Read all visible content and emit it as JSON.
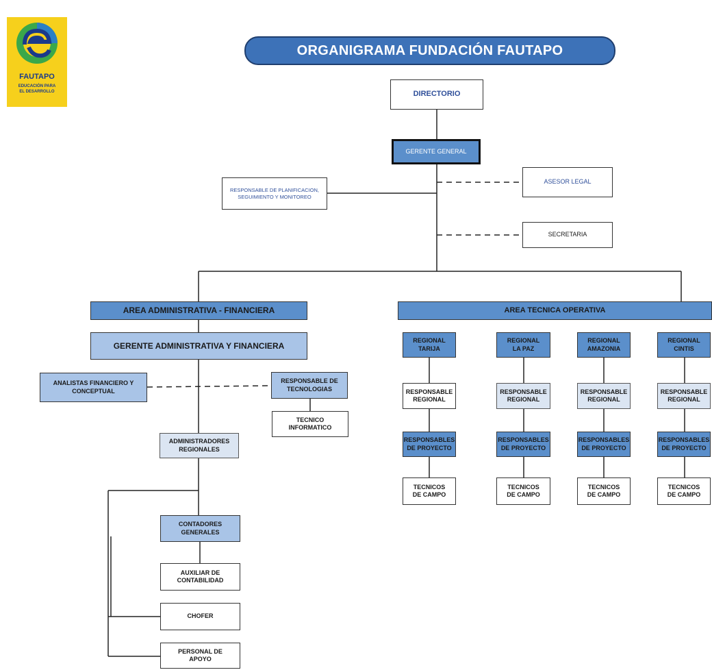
{
  "logo": {
    "name": "FAUTAPO",
    "tagline_1": "EDUCACIÓN PARA",
    "tagline_2": "EL DESARROLLO"
  },
  "title": "ORGANIGRAMA FUNDACIÓN FAUTAPO",
  "nodes": {
    "directorio": "DIRECTORIO",
    "gerente_general": "GERENTE GENERAL",
    "asesor_legal": "ASESOR LEGAL",
    "secretaria": "SECRETARIA",
    "planificacion": "RESPONSABLE DE PLANIFICACION, SEGUIMIENTO Y MONITOREO",
    "area_admin": "AREA ADMINISTRATIVA - FINANCIERA",
    "gerente_admin": "GERENTE ADMINISTRATIVA Y FINANCIERA",
    "analistas": "ANALISTAS FINANCIERO Y CONCEPTUAL",
    "resp_tecnologias": "RESPONSABLE DE TECNOLOGIAS",
    "tecnico_informatico": "TECNICO INFORMATICO",
    "administradores": "ADMINISTRADORES REGIONALES",
    "contadores": "CONTADORES GENERALES",
    "auxiliar": "AUXILIAR DE CONTABILIDAD",
    "chofer": "CHOFER",
    "personal": "PERSONAL DE APOYO",
    "area_tecnica": "AREA TECNICA OPERATIVA"
  },
  "regionales": [
    {
      "name": "REGIONAL TARIJA",
      "responsable": "RESPONSABLE REGIONAL",
      "proyecto": "RESPONSABLES DE PROYECTO",
      "tecnicos": "TECNICOS DE CAMPO"
    },
    {
      "name": "REGIONAL LA PAZ",
      "responsable": "RESPONSABLE REGIONAL",
      "proyecto": "RESPONSABLES DE PROYECTO",
      "tecnicos": "TECNICOS DE CAMPO"
    },
    {
      "name": "REGIONAL AMAZONIA",
      "responsable": "RESPONSABLE REGIONAL",
      "proyecto": "RESPONSABLES DE PROYECTO",
      "tecnicos": "TECNICOS DE CAMPO"
    },
    {
      "name": "REGIONAL CINTIS",
      "responsable": "RESPONSABLE REGIONAL",
      "proyecto": "RESPONSABLES DE PROYECTO",
      "tecnicos": "TECNICOS DE CAMPO"
    }
  ],
  "colors": {
    "dark_blue": "#5b8fcb",
    "light_blue": "#a9c4e7",
    "pale_blue": "#dbe5f2",
    "title_blue": "#3d72b8",
    "logo_yellow": "#f6d01c"
  }
}
